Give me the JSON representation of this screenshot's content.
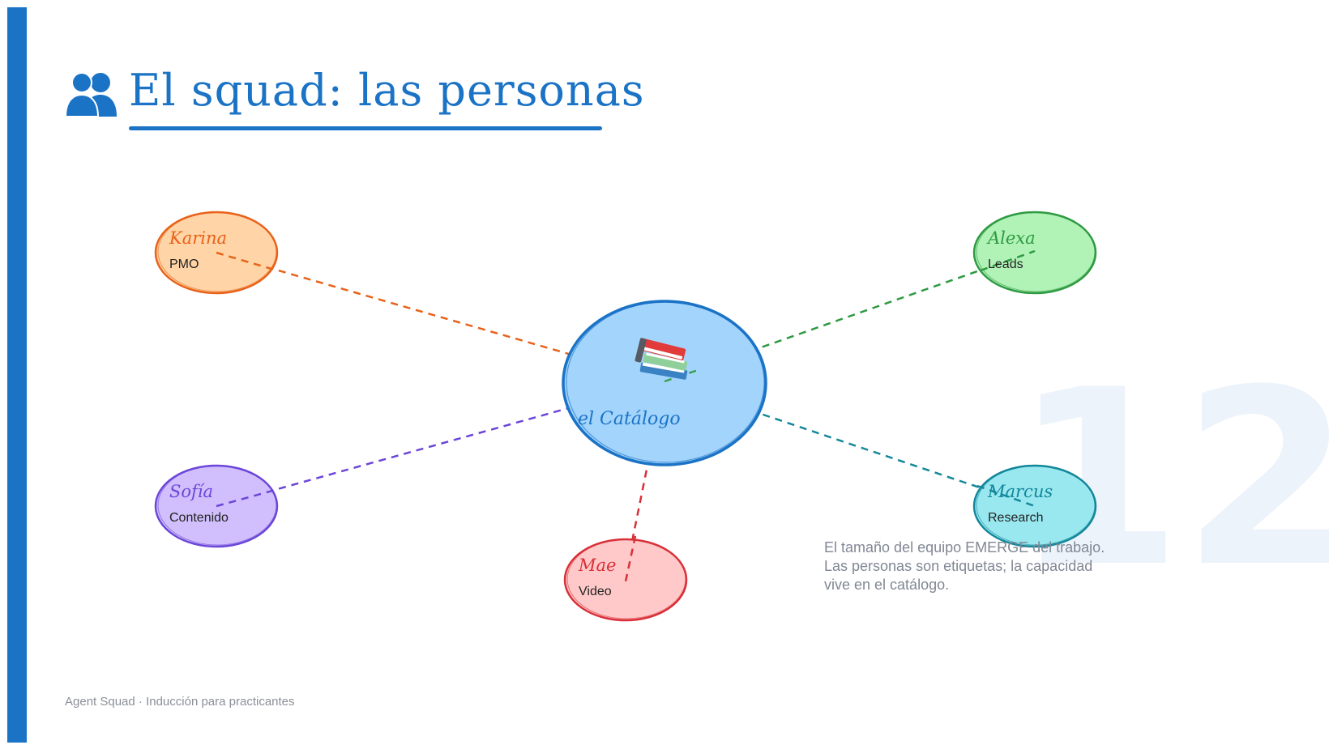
{
  "header": {
    "icon": "people-icon",
    "title": "El squad: las personas"
  },
  "page_number": "12",
  "center": {
    "label": "el Catálogo",
    "icon": "books-icon",
    "color": "#a3d4fc",
    "stroke": "#1b73c6"
  },
  "members": [
    {
      "name": "Karina",
      "role": "PMO",
      "fill": "#ffd4a6",
      "stroke": "#e8621a"
    },
    {
      "name": "Alexa",
      "role": "Leads",
      "fill": "#b1f3b7",
      "stroke": "#2f9a42"
    },
    {
      "name": "Sofía",
      "role": "Contenido",
      "fill": "#d0bffc",
      "stroke": "#6c46d8"
    },
    {
      "name": "Mae",
      "role": "Video",
      "fill": "#ffc9c9",
      "stroke": "#d93039"
    },
    {
      "name": "Marcus",
      "role": "Research",
      "fill": "#99e8f0",
      "stroke": "#13879a"
    }
  ],
  "note": {
    "lines": [
      "El tamaño del equipo EMERGE del trabajo.",
      "Las personas son etiquetas; la capacidad",
      "vive en el catálogo."
    ]
  },
  "footer": {
    "text": "Agent Squad · Inducción para practicantes"
  }
}
